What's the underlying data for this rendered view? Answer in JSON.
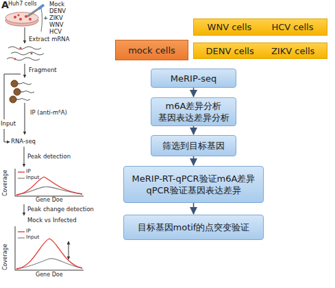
{
  "diagram": {
    "nodes": [
      {
        "text": [
          "WNV cells",
          "HCV cells"
        ]
      },
      {
        "text": [
          "mock cells"
        ]
      },
      {
        "text": [
          "DENV cells",
          "ZIKV cells"
        ]
      },
      {
        "text": [
          "MeRIP-seq"
        ]
      },
      {
        "text": [
          "m6A差异分析 基因表达差异分析"
        ]
      },
      {
        "text": [
          "筛选到目标基因"
        ]
      },
      {
        "text": [
          "MeRIP-RT-qPCR验证m6A差异 qPCR验证基因表达差异"
        ]
      },
      {
        "text": [
          "目标基因motif的点突变验证"
        ]
      }
    ],
    "edges": [
      {
        "from": 3,
        "to": 4,
        "arrow": "to"
      },
      {
        "from": 4,
        "to": 5,
        "arrow": "to"
      },
      {
        "from": 5,
        "to": 6,
        "arrow": "to"
      },
      {
        "from": 6,
        "to": 7,
        "arrow": "to"
      }
    ],
    "labels": [
      "A",
      "Huh7 cells",
      "Mock",
      "DENV",
      "+",
      "ZIKV",
      "WNV",
      "HCV",
      "Extract mRNA",
      "Fragment",
      "IP (anti-m⁶A)",
      "Input",
      "RNA-seq",
      "Peak detection",
      "Coverage",
      "Gene Doe",
      "Peak change detection",
      "Mock vs Infected",
      "Coverage",
      "Gene Doe"
    ],
    "legend": [
      {
        "text": "IP"
      },
      {
        "text": "Input"
      },
      {
        "text": "IP"
      },
      {
        "text": "Input"
      }
    ]
  }
}
